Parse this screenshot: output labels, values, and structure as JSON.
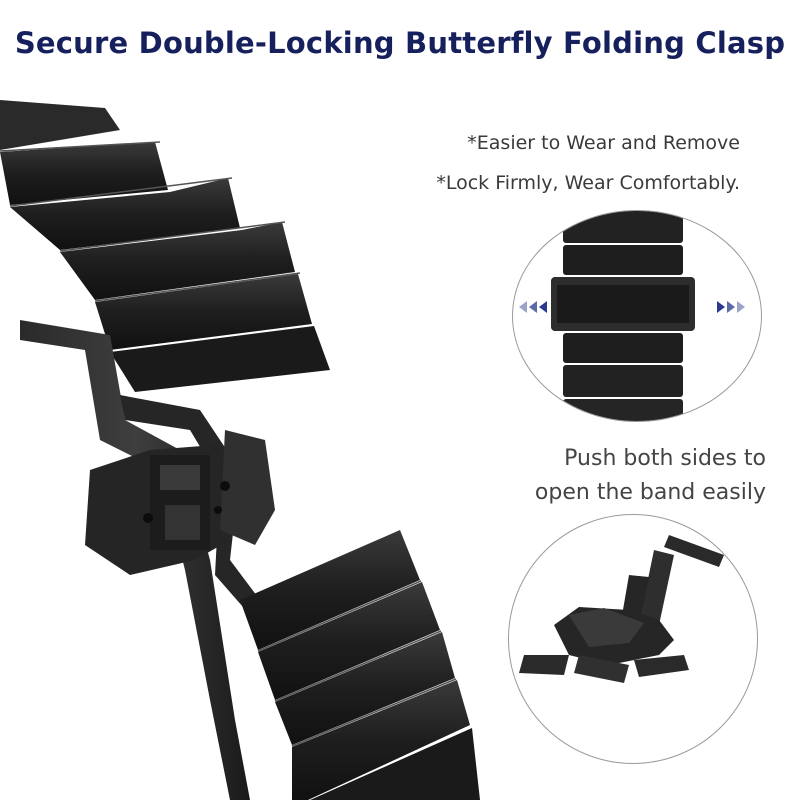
{
  "title": "Secure Double-Locking Butterfly Folding Clasp",
  "features": [
    "*Easier to Wear and Remove",
    "*Lock Firmly, Wear Comfortably."
  ],
  "instruction": {
    "line1": "Push both sides to",
    "line2": "open the band easily"
  },
  "colors": {
    "title": "#16205c",
    "band": "#1c1c1c",
    "arrow": "#2b3a8c"
  },
  "icons": {
    "press_arrows": "double-chevron-arrows-icon"
  }
}
